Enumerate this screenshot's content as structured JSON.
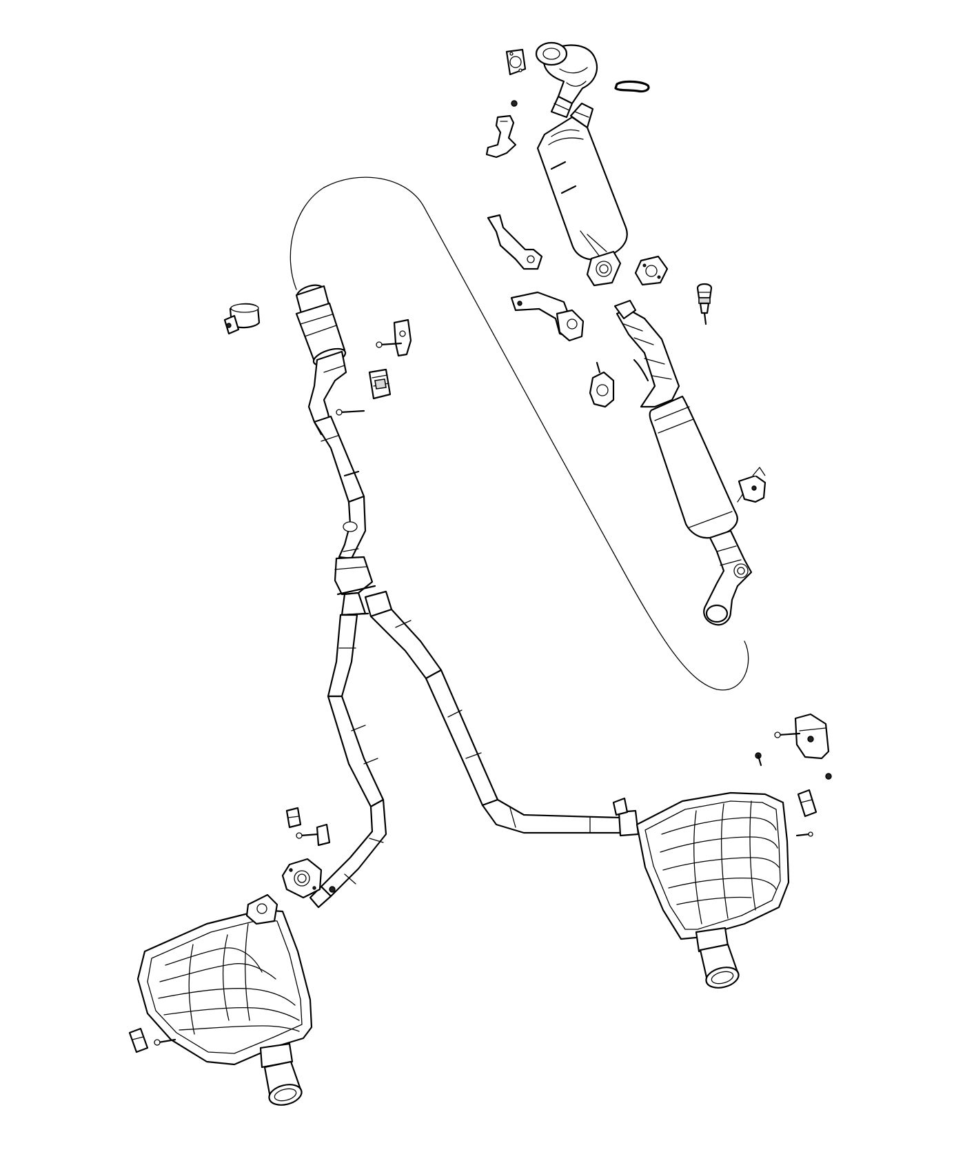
{
  "diagram": {
    "colors": {
      "ink": "#000000",
      "background": "#ffffff",
      "shade": "#d9d9d9"
    },
    "parts": [
      "turbo-outlet-pipe",
      "flange-gasket-upper",
      "seal-ring",
      "heat-shield-bracket",
      "catalytic-converter",
      "support-bracket",
      "flange-gasket-mid",
      "mount-bracket",
      "oxygen-sensor",
      "particulate-filter-pipe",
      "sensor-bracket",
      "front-pipe-resonator",
      "band-clamp",
      "hanger-bracket",
      "rubber-isolator",
      "stud-bolt",
      "y-pipe",
      "left-tailpipe",
      "right-tailpipe",
      "left-muffler",
      "right-muffler",
      "right-muffler-hanger",
      "left-muffler-hanger",
      "left-muffler-isolator",
      "right-muffler-isolator",
      "flange-gasket-lower"
    ]
  }
}
